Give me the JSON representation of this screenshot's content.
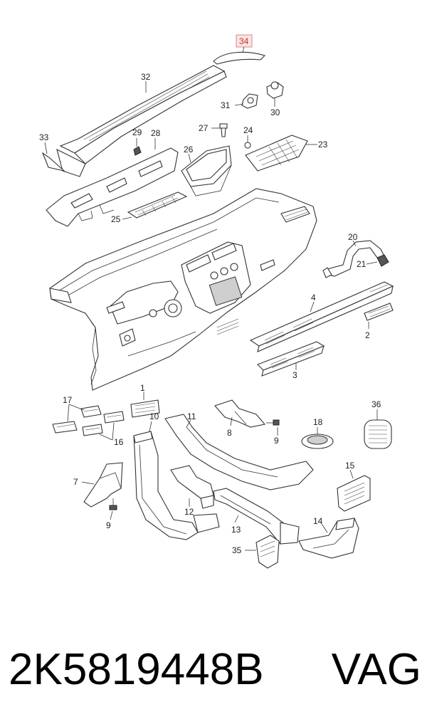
{
  "callouts": {
    "n1": "1",
    "n2": "2",
    "n3": "3",
    "n4": "4",
    "n7": "7",
    "n8": "8",
    "n9a": "9",
    "n9b": "9",
    "n10": "10",
    "n11": "11",
    "n12": "12",
    "n13": "13",
    "n14": "14",
    "n15": "15",
    "n16": "16",
    "n17": "17",
    "n18": "18",
    "n20": "20",
    "n21": "21",
    "n23": "23",
    "n24": "24",
    "n25": "25",
    "n26": "26",
    "n27": "27",
    "n28": "28",
    "n29": "29",
    "n30": "30",
    "n31": "31",
    "n32": "32",
    "n33": "33",
    "n34": "34",
    "n35": "35",
    "n36": "36"
  },
  "caption": {
    "part_number": "2K5819448B",
    "brand": "VAG"
  },
  "colors": {
    "highlight_box_fill": "#fbe3e3",
    "highlight_box_stroke": "#d98a8a",
    "highlight_text": "#c0392b"
  }
}
